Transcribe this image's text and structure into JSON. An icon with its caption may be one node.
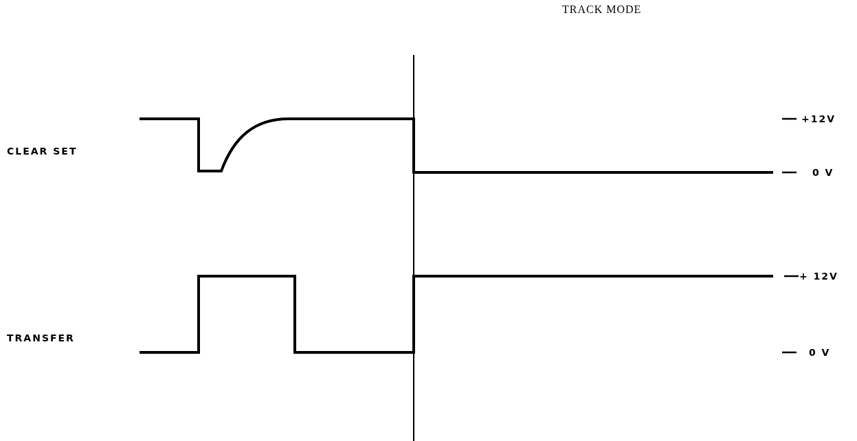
{
  "diagram": {
    "labels": [
      "TRACK MODE",
      "+12V",
      "CLEAR SET",
      "0 V",
      "+ 12V",
      "TRANSFER",
      "0 V"
    ]
  }
}
